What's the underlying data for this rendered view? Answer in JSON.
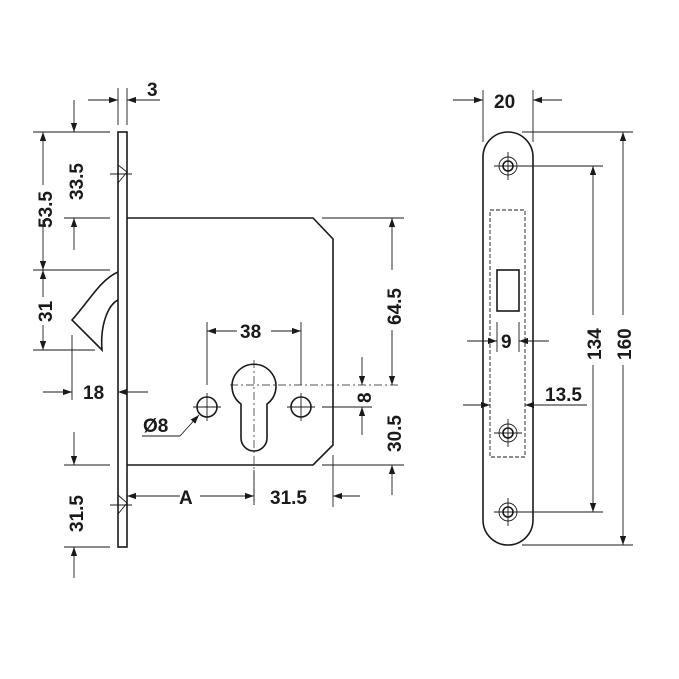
{
  "drawing": {
    "side_view": {
      "dims": {
        "faceplate_thickness": "3",
        "top_to_body": "33.5",
        "top_to_latch": "53.5",
        "latch_height": "31",
        "latch_projection": "18",
        "bottom_to_body": "31.5",
        "body_height": "64.5",
        "screw_spacing": "38",
        "screw_diameter": "Ø8",
        "cylinder_offset": "8",
        "cylinder_to_bottom": "30.5",
        "backset": "A",
        "cylinder_to_back": "31.5"
      }
    },
    "front_view": {
      "dims": {
        "faceplate_width": "20",
        "slot_width": "9",
        "body_width": "13.5",
        "screw_pitch": "134",
        "faceplate_length": "160"
      }
    }
  }
}
